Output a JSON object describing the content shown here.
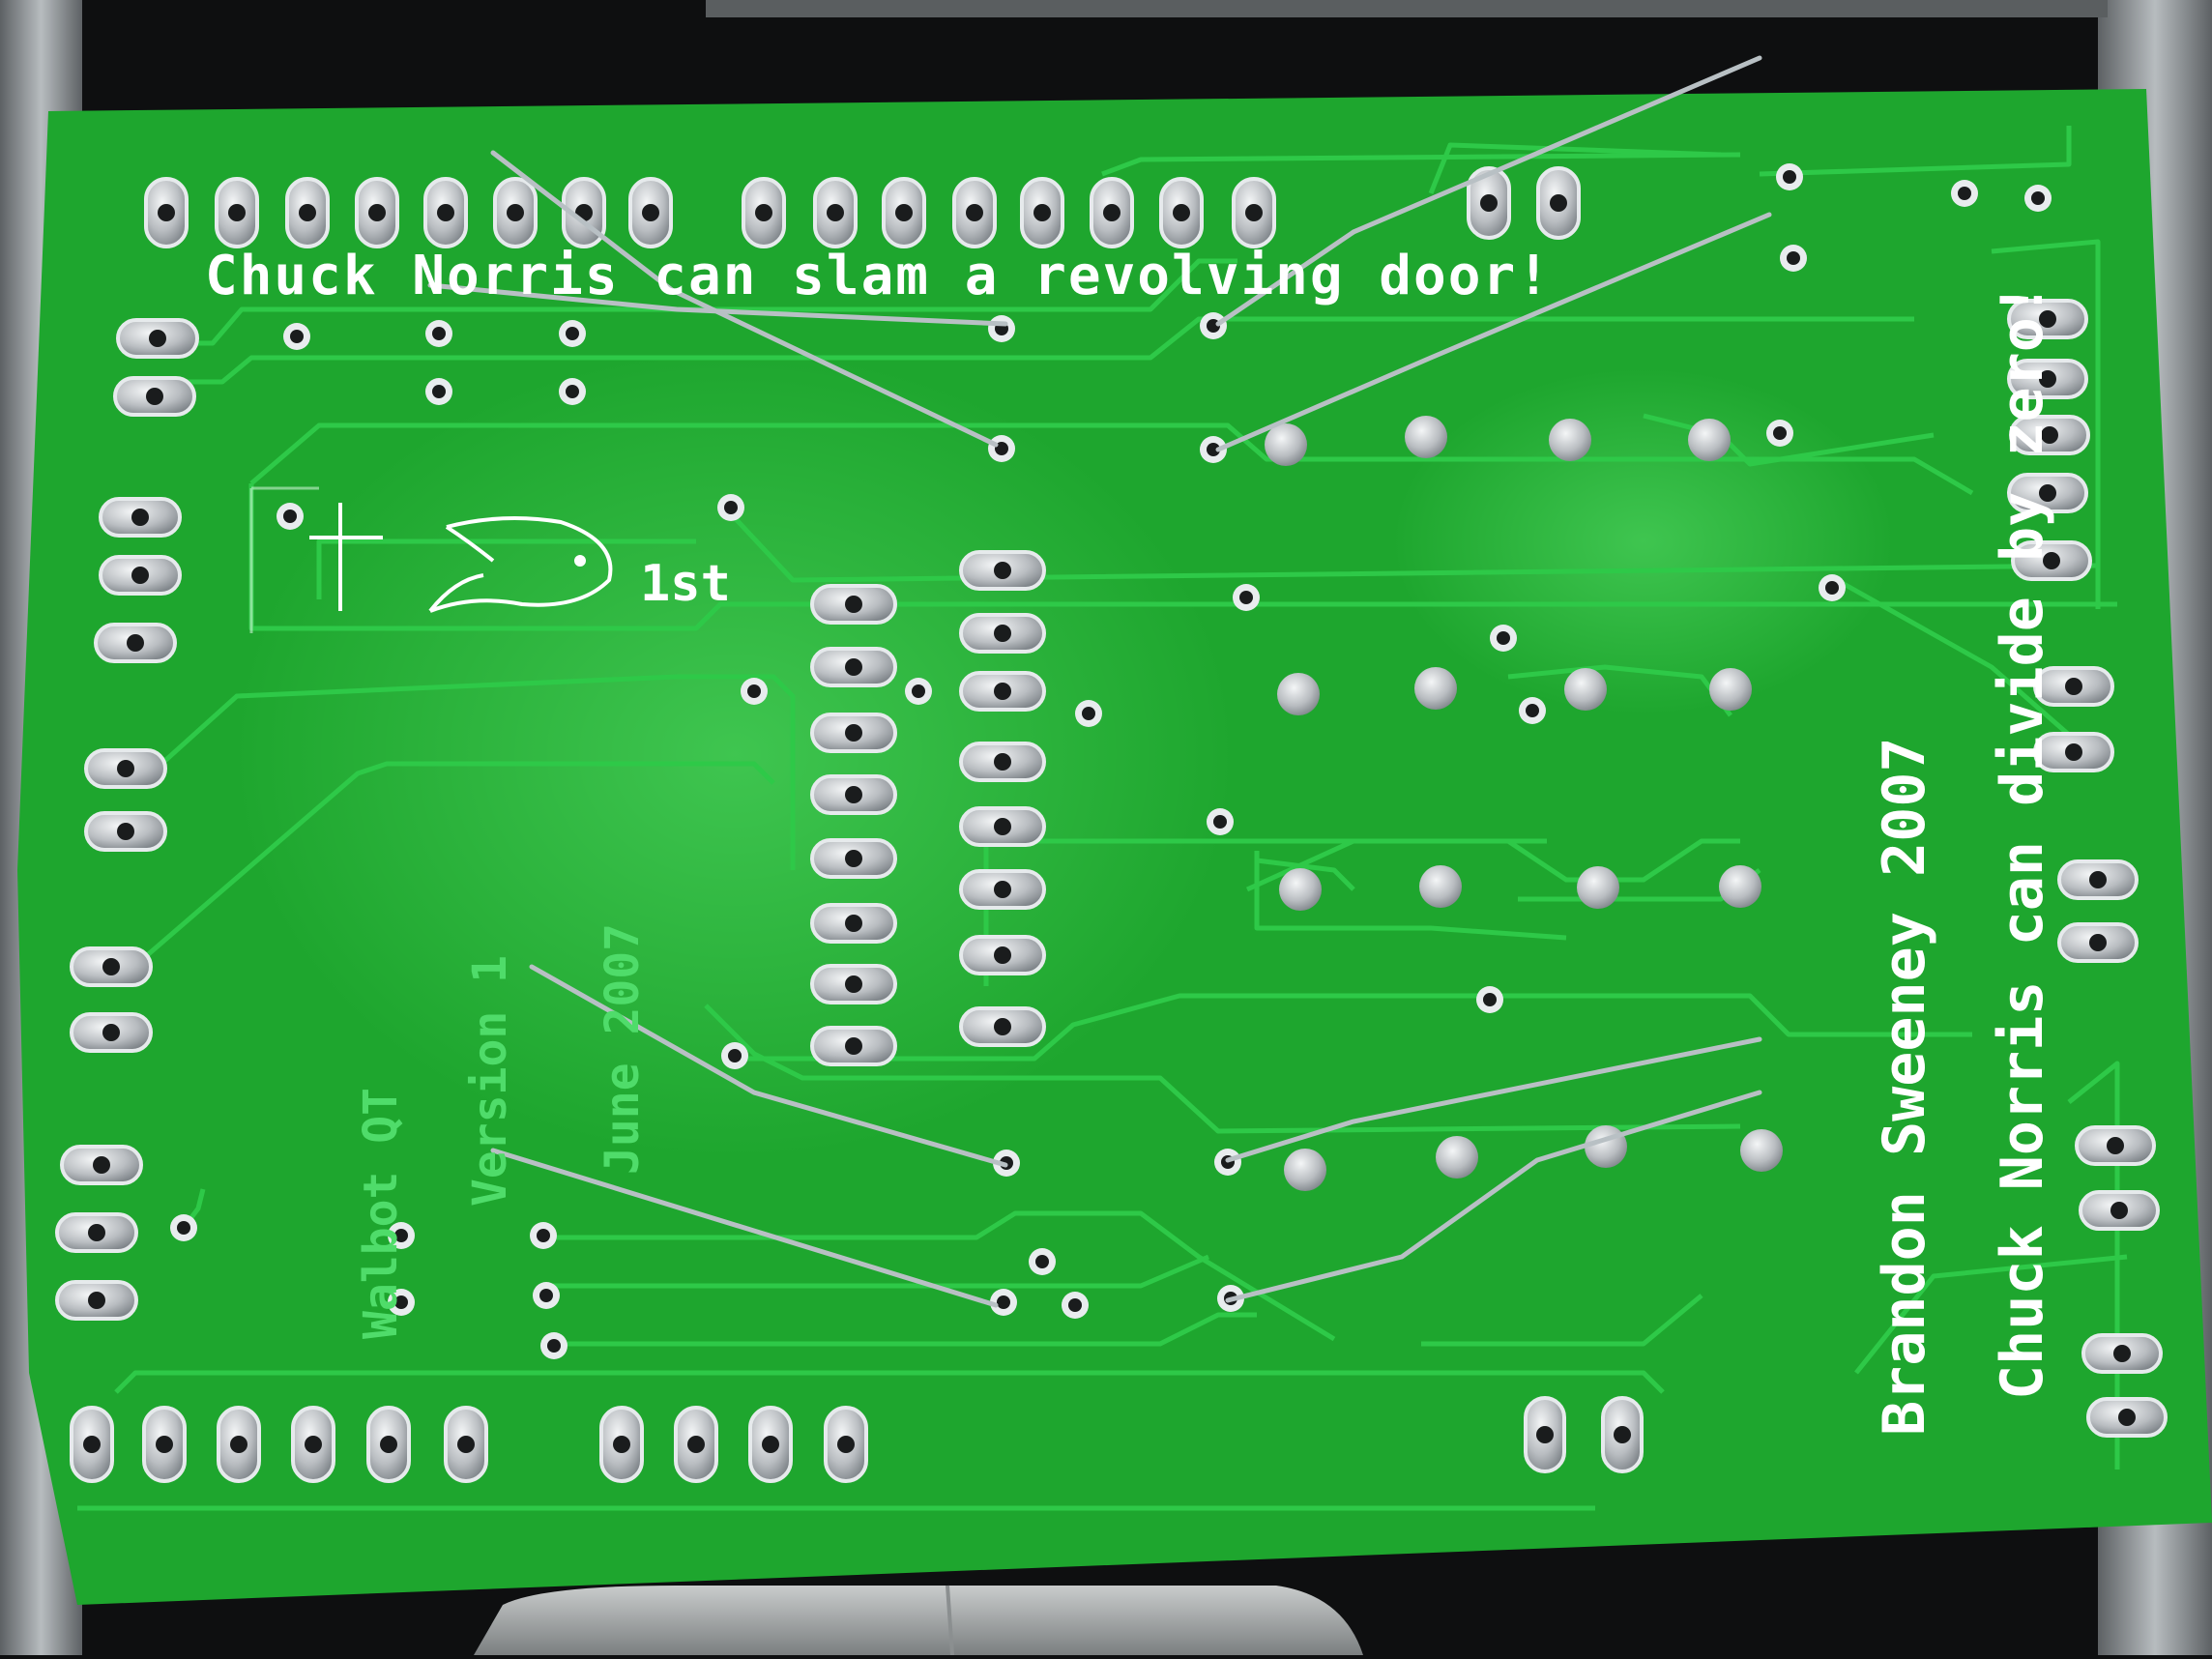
{
  "photo": {
    "subject": "pcb-underside",
    "colors": {
      "board": "#1ea62e",
      "trace": "#23bd38",
      "silkscreen": "#ffffff",
      "solder": "#c9ccd0",
      "background": "#0e0f10",
      "bracket": "#8d9296"
    }
  },
  "silkscreen": {
    "top_line": "Chuck Norris can slam a revolving door!",
    "christian_mark": "1st",
    "author": "Brandon Sweeney 2007",
    "joke2": "Chuck Norris can divide by zero!",
    "product": "Walbot QT",
    "version": "Version 1",
    "date": "June 2007"
  }
}
